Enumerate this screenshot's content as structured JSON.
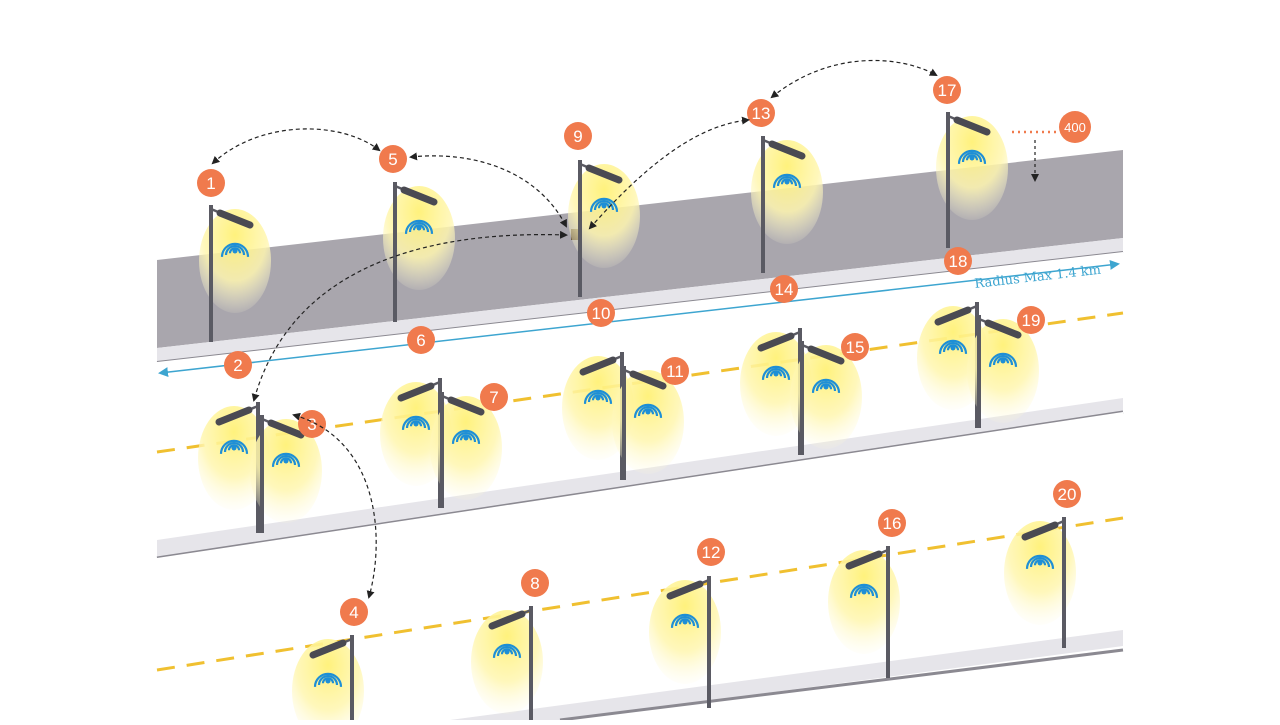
{
  "diagram": {
    "radius_label": "Radius Max 1.4 km",
    "far_node_label": "400",
    "colors": {
      "badge": "#f07a4d",
      "glow": "#fff3a6",
      "pole": "#5a5a63",
      "road_far": "#a9a6ad",
      "road_surface": "#f4f3f6",
      "curb": "#8b8991",
      "lane_line": "#f0c030",
      "wifi": "#1e8fd6",
      "radius_arrow": "#3da5d0",
      "link_arrow": "#222222",
      "dotted_line": "#f07a4d"
    },
    "lights": [
      {
        "id": "1",
        "label": "1",
        "wifi_icon": "wifi-signal"
      },
      {
        "id": "2",
        "label": "2",
        "wifi_icon": "wifi-signal"
      },
      {
        "id": "3",
        "label": "3",
        "wifi_icon": "wifi-signal"
      },
      {
        "id": "4",
        "label": "4",
        "wifi_icon": "wifi-signal"
      },
      {
        "id": "5",
        "label": "5",
        "wifi_icon": "wifi-signal"
      },
      {
        "id": "6",
        "label": "6",
        "wifi_icon": "wifi-signal"
      },
      {
        "id": "7",
        "label": "7",
        "wifi_icon": "wifi-signal"
      },
      {
        "id": "8",
        "label": "8",
        "wifi_icon": "wifi-signal"
      },
      {
        "id": "9",
        "label": "9",
        "wifi_icon": "wifi-signal"
      },
      {
        "id": "10",
        "label": "10",
        "wifi_icon": "wifi-signal"
      },
      {
        "id": "11",
        "label": "11",
        "wifi_icon": "wifi-signal"
      },
      {
        "id": "12",
        "label": "12",
        "wifi_icon": "wifi-signal"
      },
      {
        "id": "13",
        "label": "13",
        "wifi_icon": "wifi-signal"
      },
      {
        "id": "14",
        "label": "14",
        "wifi_icon": "wifi-signal"
      },
      {
        "id": "15",
        "label": "15",
        "wifi_icon": "wifi-signal"
      },
      {
        "id": "16",
        "label": "16",
        "wifi_icon": "wifi-signal"
      },
      {
        "id": "17",
        "label": "17",
        "wifi_icon": "wifi-signal"
      },
      {
        "id": "18",
        "label": "18",
        "wifi_icon": "wifi-signal"
      },
      {
        "id": "19",
        "label": "19",
        "wifi_icon": "wifi-signal"
      },
      {
        "id": "20",
        "label": "20",
        "wifi_icon": "wifi-signal"
      }
    ],
    "links": [
      [
        "1",
        "5"
      ],
      [
        "5",
        "9"
      ],
      [
        "9",
        "13"
      ],
      [
        "13",
        "17"
      ],
      [
        "9",
        "2"
      ],
      [
        "3",
        "4"
      ]
    ]
  }
}
